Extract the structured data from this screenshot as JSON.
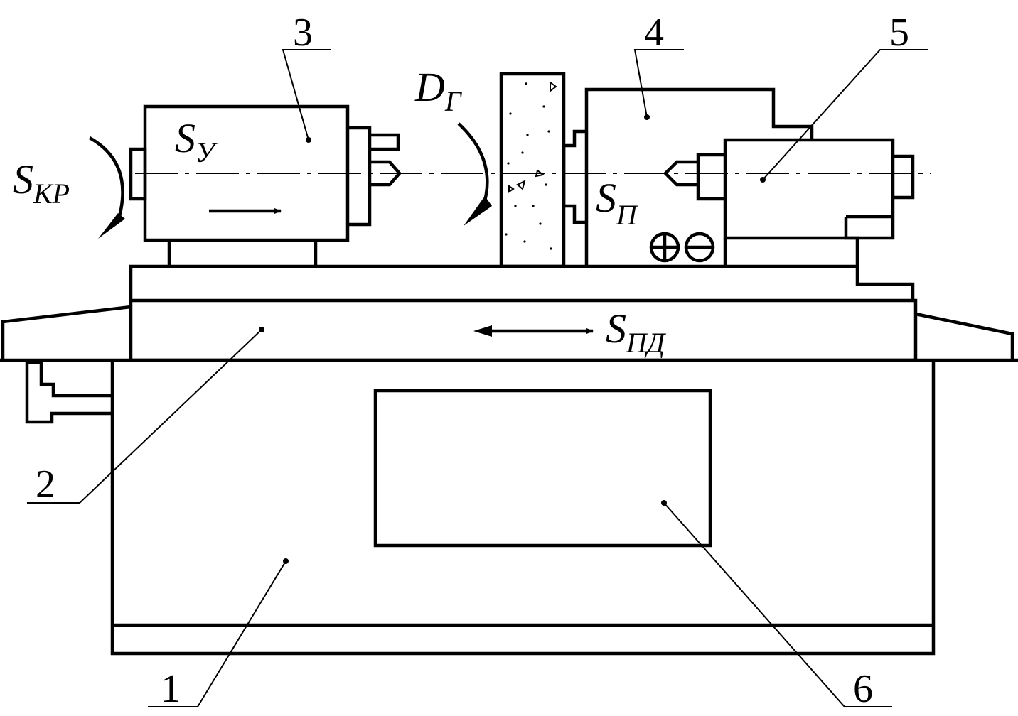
{
  "callouts": {
    "c1": "1",
    "c2": "2",
    "c3": "3",
    "c4": "4",
    "c5": "5",
    "c6": "6"
  },
  "symbols": {
    "s_kr": {
      "main": "S",
      "sub": "КР"
    },
    "s_u": {
      "main": "S",
      "sub": "У"
    },
    "d_g": {
      "main": "D",
      "sub": "Г"
    },
    "s_p": {
      "main": "S",
      "sub": "П"
    },
    "s_pd": {
      "main": "S",
      "sub": "ПД"
    }
  },
  "colors": {
    "ink": "#000000",
    "paper": "#ffffff"
  }
}
